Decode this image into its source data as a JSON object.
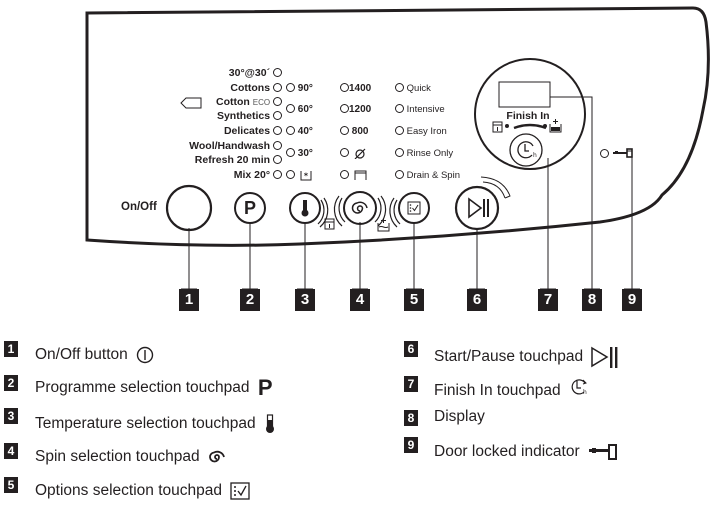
{
  "panel": {
    "on_off_label": "On/Off",
    "finish_in_label": "Finish In",
    "programmes": [
      {
        "label": "30°@30´",
        "suffix": ""
      },
      {
        "label": "Cottons",
        "suffix": ""
      },
      {
        "label": "Cotton",
        "suffix": "ECO"
      },
      {
        "label": "Synthetics",
        "suffix": ""
      },
      {
        "label": "Delicates",
        "suffix": ""
      },
      {
        "label": "Wool/Handwash",
        "suffix": ""
      },
      {
        "label": "Refresh 20 min",
        "suffix": ""
      },
      {
        "label": "Mix 20°",
        "suffix": ""
      }
    ],
    "temperatures": [
      "90°",
      "60°",
      "40°",
      "30°",
      "cold-icon"
    ],
    "spins": [
      "1400",
      "1200",
      "800",
      "no-spin-icon",
      "rinse-hold-icon"
    ],
    "options": [
      "Quick",
      "Intensive",
      "Easy Iron",
      "Rinse Only",
      "Drain & Spin"
    ],
    "callouts": [
      "1",
      "2",
      "3",
      "4",
      "5",
      "6",
      "7",
      "8",
      "9"
    ]
  },
  "legend": {
    "items": [
      {
        "num": "1",
        "text": "On/Off button",
        "icon": "power-icon"
      },
      {
        "num": "2",
        "text": "Programme selection touchpad",
        "icon": "p-icon"
      },
      {
        "num": "3",
        "text": "Temperature selection touchpad",
        "icon": "thermometer-icon"
      },
      {
        "num": "4",
        "text": "Spin selection touchpad",
        "icon": "spin-icon"
      },
      {
        "num": "5",
        "text": "Options selection touchpad",
        "icon": "options-icon"
      },
      {
        "num": "6",
        "text": "Start/Pause touchpad",
        "icon": "start-pause-icon"
      },
      {
        "num": "7",
        "text": "Finish In touchpad",
        "icon": "finish-in-icon"
      },
      {
        "num": "8",
        "text": "Display",
        "icon": ""
      },
      {
        "num": "9",
        "text": "Door locked indicator",
        "icon": "door-lock-icon"
      }
    ]
  }
}
